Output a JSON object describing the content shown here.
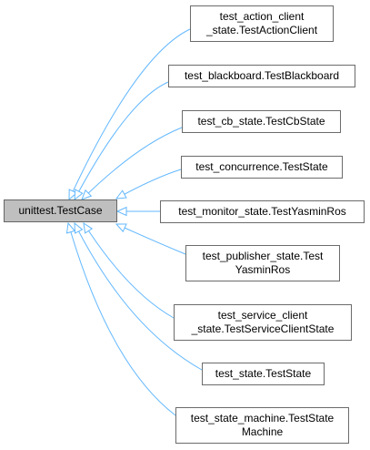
{
  "diagram": {
    "base": {
      "lines": [
        "unittest.TestCase"
      ]
    },
    "derived": [
      {
        "id": "test-action-client",
        "lines": [
          "test_action_client",
          "_state.TestActionClient"
        ]
      },
      {
        "id": "test-blackboard",
        "lines": [
          "test_blackboard.TestBlackboard"
        ]
      },
      {
        "id": "test-cb-state",
        "lines": [
          "test_cb_state.TestCbState"
        ]
      },
      {
        "id": "test-concurrence",
        "lines": [
          "test_concurrence.TestState"
        ]
      },
      {
        "id": "test-monitor-state",
        "lines": [
          "test_monitor_state.TestYasminRos"
        ]
      },
      {
        "id": "test-publisher-state",
        "lines": [
          "test_publisher_state.Test",
          "YasminRos"
        ]
      },
      {
        "id": "test-service-client",
        "lines": [
          "test_service_client",
          "_state.TestServiceClientState"
        ]
      },
      {
        "id": "test-state",
        "lines": [
          "test_state.TestState"
        ]
      },
      {
        "id": "test-state-machine",
        "lines": [
          "test_state_machine.TestState",
          "Machine"
        ]
      }
    ],
    "colors": {
      "edge": "#63b8ff",
      "base_fill": "#bfbfbf",
      "border": "#6b6b6b"
    }
  }
}
